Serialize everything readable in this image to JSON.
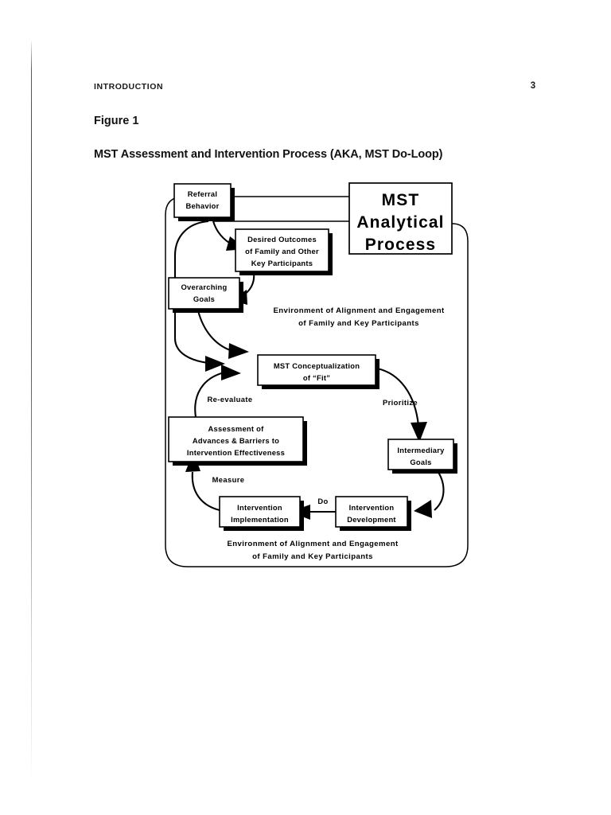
{
  "page": {
    "running_head": "INTRODUCTION",
    "page_number": "3",
    "figure_label": "Figure 1",
    "figure_title": "MST Assessment and Intervention Process (AKA, MST Do-Loop)"
  },
  "diagram": {
    "title_box": {
      "lines": [
        "MST",
        "Analytical",
        "Process"
      ]
    },
    "environment_top": {
      "lines": [
        "Environment of Alignment and Engagement",
        "of Family and Key Participants"
      ]
    },
    "environment_bottom": {
      "lines": [
        "Environment of Alignment and Engagement",
        "of Family and Key Participants"
      ]
    },
    "nodes": [
      {
        "id": "referral-behavior",
        "lines": [
          "Referral",
          "Behavior"
        ]
      },
      {
        "id": "desired-outcomes",
        "lines": [
          "Desired Outcomes",
          "of Family and Other",
          "Key Participants"
        ]
      },
      {
        "id": "overarching-goals",
        "lines": [
          "Overarching",
          "Goals"
        ]
      },
      {
        "id": "mst-conceptualization-of-fit",
        "lines": [
          "MST Conceptualization",
          "of “Fit”"
        ]
      },
      {
        "id": "intermediary-goals",
        "lines": [
          "Intermediary",
          "Goals"
        ]
      },
      {
        "id": "intervention-development",
        "lines": [
          "Intervention",
          "Development"
        ]
      },
      {
        "id": "intervention-implementation",
        "lines": [
          "Intervention",
          "Implementation"
        ]
      },
      {
        "id": "assessment-of-advances-barriers",
        "lines": [
          "Assessment of",
          "Advances & Barriers to",
          "Intervention Effectiveness"
        ]
      }
    ],
    "edge_labels": [
      {
        "id": "prioritize",
        "text": "Prioritize"
      },
      {
        "id": "do",
        "text": "Do"
      },
      {
        "id": "measure",
        "text": "Measure"
      },
      {
        "id": "re-evaluate",
        "text": "Re-evaluate"
      }
    ],
    "colors": {
      "ink": "#000000",
      "paper": "#ffffff"
    }
  }
}
